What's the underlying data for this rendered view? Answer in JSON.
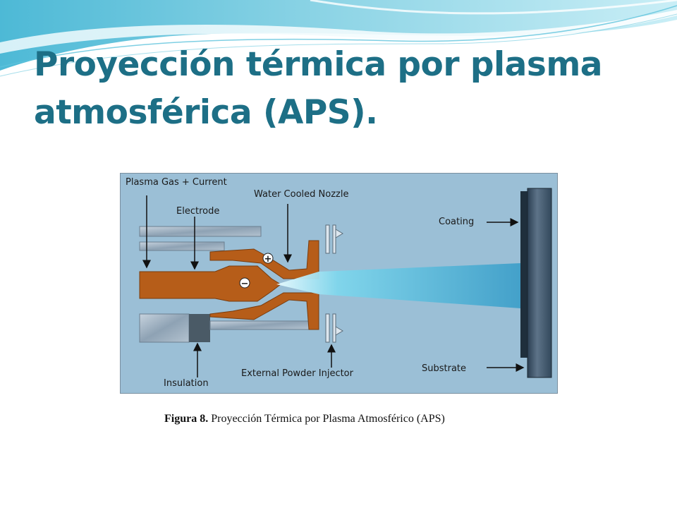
{
  "slide": {
    "title_line1": "Proyección térmica por plasma",
    "title_line2": "atmosférica (APS).",
    "title_color": "#1d6f86",
    "background_color": "#ffffff"
  },
  "diagram": {
    "background_color": "#9bbfd6",
    "electrode_color": "#b65d19",
    "labels": {
      "plasma_gas": "Plasma Gas + Current",
      "electrode": "Electrode",
      "water_nozzle": "Water Cooled Nozzle",
      "coating": "Coating",
      "substrate": "Substrate",
      "insulation": "Insulation",
      "powder_injector": "External Powder Injector"
    },
    "symbols": {
      "positive": "+",
      "negative": "−"
    }
  },
  "caption": {
    "figure_label": "Figura 8.",
    "text": " Proyección Térmica por Plasma Atmosférico (APS)"
  }
}
